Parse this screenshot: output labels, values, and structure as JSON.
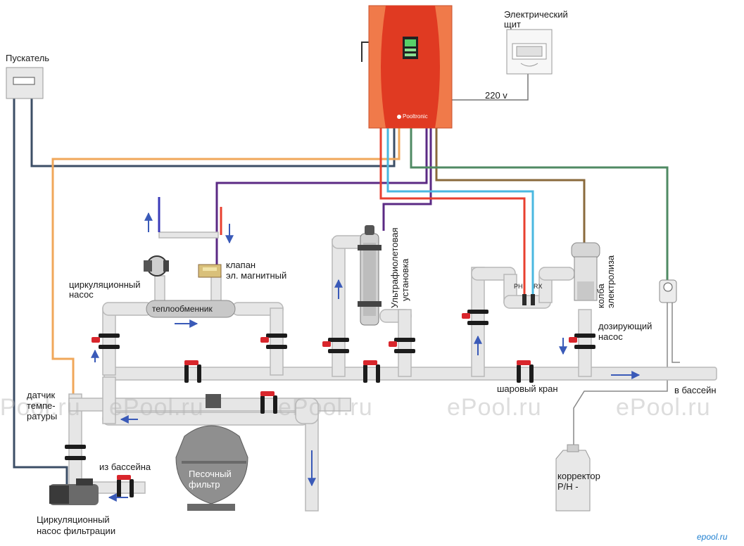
{
  "labels": {
    "starter": "Пускатель",
    "panel_line1": "Электрический",
    "panel_line2": "щит",
    "voltage": "220 v",
    "circ_pump_line1": "циркуляционный",
    "circ_pump_line2": "насос",
    "valve_line1": "клапан",
    "valve_line2": "эл. магнитный",
    "heat_exchanger": "теплообменник",
    "uv_line1": "Ультрафиолетовая",
    "uv_line2": "установка",
    "ph": "PH",
    "rx": "RX",
    "electrolysis_line1": "колба",
    "electrolysis_line2": "электролиза",
    "dosing_line1": "дозирующий",
    "dosing_line2": "насос",
    "ball_valve": "шаровый кран",
    "to_pool": "в бассейн",
    "temp_line1": "датчик",
    "temp_line2": "темпе-",
    "temp_line3": "ратуры",
    "from_pool": "из бассейна",
    "sand_line1": "Песочный",
    "sand_line2": "фильтр",
    "filter_pump_line1": "Циркуляционный",
    "filter_pump_line2": "насос фильтрации",
    "corrector_line1": "корректор",
    "corrector_line2": "P/H -",
    "controller_brand": "Pooltronic",
    "watermark": "ePool.ru",
    "site": "epool.ru"
  },
  "colors": {
    "controller": "#e8452a",
    "controller_side": "#f07a4a",
    "pipe": "#e6e6e6",
    "pipe_edge": "#b8b8b8",
    "fitting": "#1c1c1c",
    "valve_handle": "#d9262c",
    "wire_dark": "#3c4e66",
    "wire_purple": "#5b2a84",
    "wire_orange": "#f0a75a",
    "wire_red": "#e8402f",
    "wire_blue": "#4ab8e0",
    "wire_green": "#4f8a63",
    "wire_brown": "#8a6a3c",
    "flow_arrow": "#3a5ab8"
  }
}
